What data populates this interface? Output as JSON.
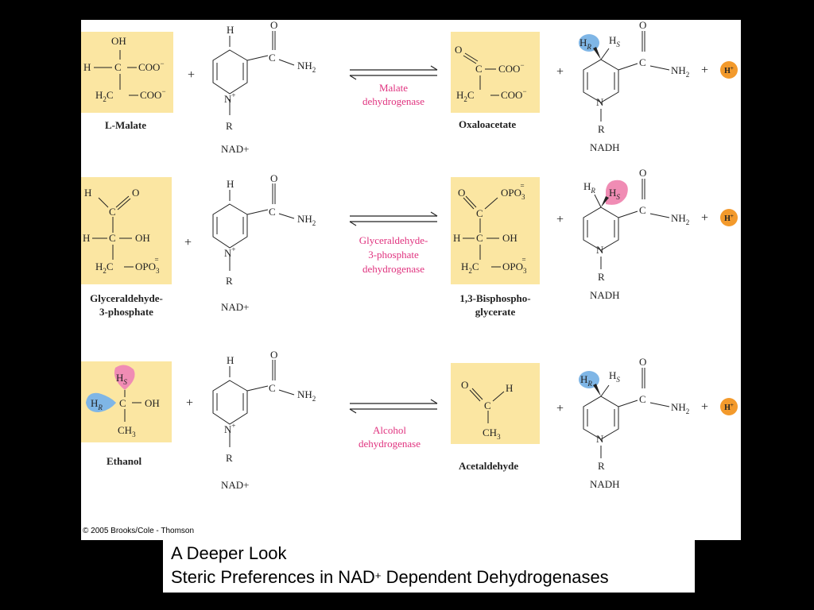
{
  "caption": {
    "line1": "A Deeper Look",
    "line2_prefix": "Steric Preferences in NAD",
    "line2_sup": "+",
    "line2_suffix": " Dependent Dehydrogenases"
  },
  "copyright": "© 2005 Brooks/Cole - Thomson",
  "colors": {
    "substrate_box": "#fbe6a2",
    "enzyme_text": "#e0337f",
    "hr_lobe": "#7fb6e6",
    "hs_lobe": "#f08cb4",
    "proton": "#f39a2c"
  },
  "plus": "+",
  "hplus": "H+",
  "rows": [
    {
      "substrate": "L-Malate",
      "enzyme": [
        "Malate",
        "dehydrogenase"
      ],
      "product": "Oxaloacetate",
      "cofactor_in": "NAD+",
      "cofactor_out": "NADH"
    },
    {
      "substrate": "Glyceraldehyde-3-phosphate",
      "substrate_lines": [
        "Glyceraldehyde-",
        "3-phosphate"
      ],
      "enzyme": [
        "Glyceraldehyde-",
        "3-phosphate",
        "dehydrogenase"
      ],
      "product_lines": [
        "1,3-Bisphospho-",
        "glycerate"
      ],
      "cofactor_in": "NAD+",
      "cofactor_out": "NADH"
    },
    {
      "substrate": "Ethanol",
      "enzyme": [
        "Alcohol",
        "dehydrogenase"
      ],
      "product": "Acetaldehyde",
      "cofactor_in": "NAD+",
      "cofactor_out": "NADH"
    }
  ]
}
